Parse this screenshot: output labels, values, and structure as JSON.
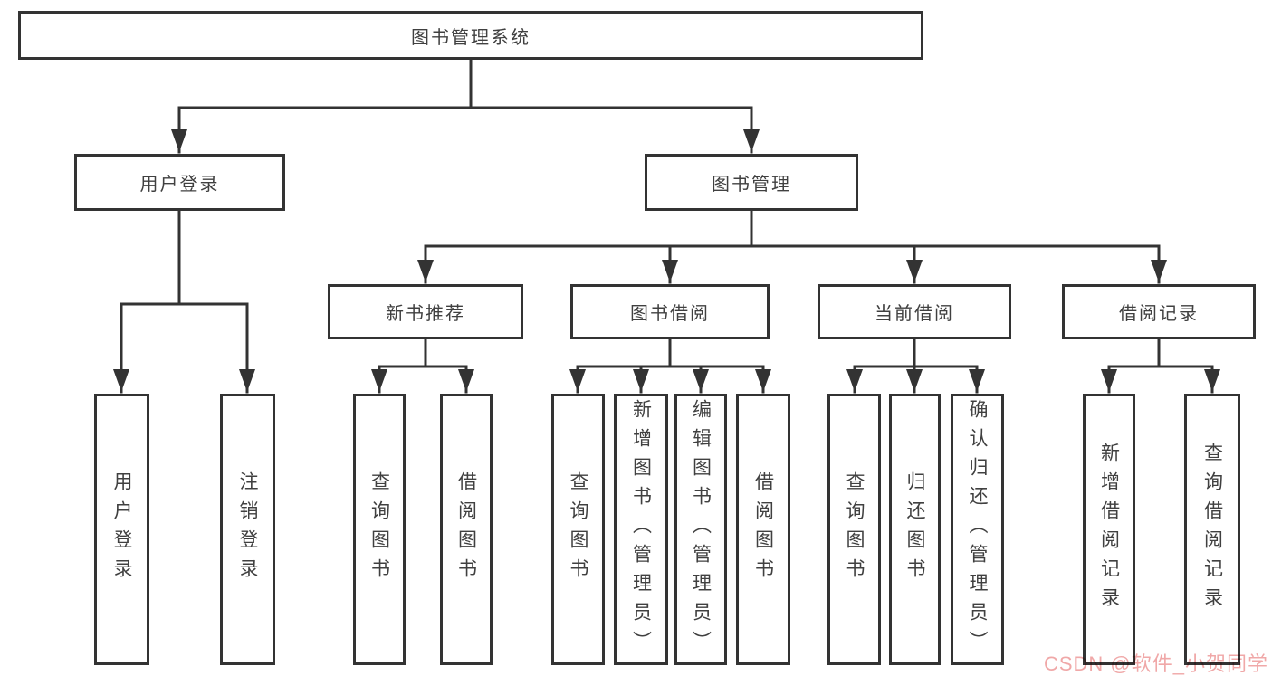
{
  "diagram": {
    "root_label": "图书管理系统",
    "watermark": "CSDN @软件_小贺同学",
    "colors": {
      "line": "#333333",
      "text": "#404040",
      "watermark": "#f0a8a8",
      "background": "#ffffff"
    },
    "branches": [
      {
        "label": "用户登录",
        "children": [
          {
            "label": "用户登录"
          },
          {
            "label": "注销登录"
          }
        ]
      },
      {
        "label": "图书管理",
        "children": [
          {
            "label": "新书推荐",
            "children": [
              {
                "label": "查询图书"
              },
              {
                "label": "借阅图书"
              }
            ]
          },
          {
            "label": "图书借阅",
            "children": [
              {
                "label": "查询图书"
              },
              {
                "label": "新增图书（管理员）"
              },
              {
                "label": "编辑图书（管理员）"
              },
              {
                "label": "借阅图书"
              }
            ]
          },
          {
            "label": "当前借阅",
            "children": [
              {
                "label": "查询图书"
              },
              {
                "label": "归还图书"
              },
              {
                "label": "确认归还（管理员）"
              }
            ]
          },
          {
            "label": "借阅记录",
            "children": [
              {
                "label": "新增借阅记录"
              },
              {
                "label": "查询借阅记录"
              }
            ]
          }
        ]
      }
    ]
  }
}
